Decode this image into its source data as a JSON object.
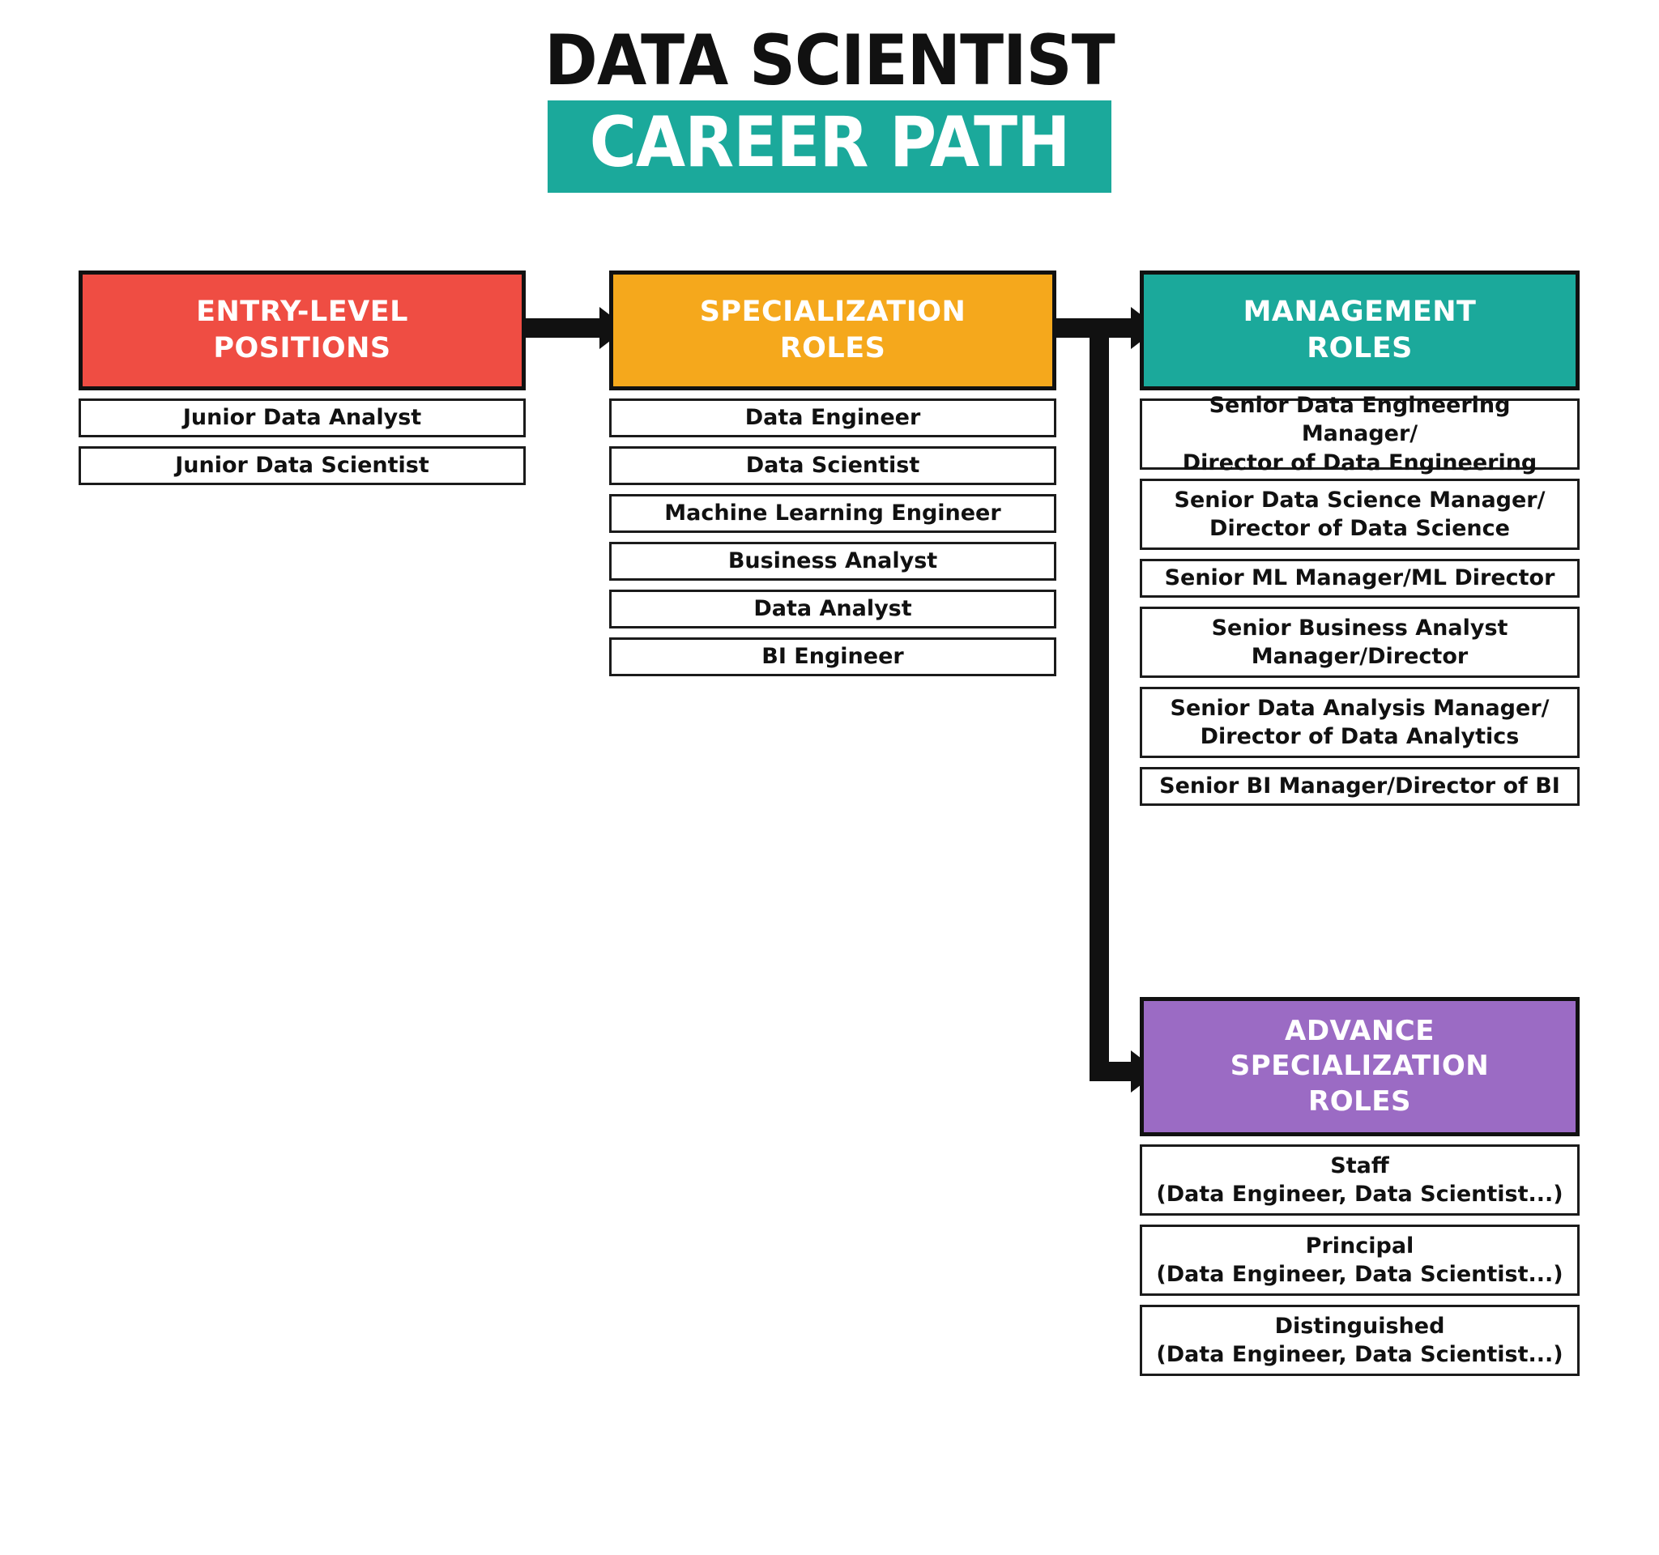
{
  "title": {
    "line1": "DATA SCIENTIST",
    "line2": "CAREER PATH",
    "banner_color": "#1BA99B"
  },
  "colors": {
    "entry": "#EF4D43",
    "specialization": "#F5A81C",
    "management": "#1BA99B",
    "advance": "#9B6BC4",
    "outline": "#111111",
    "box_fill": "#FFFFFF"
  },
  "columns": [
    {
      "id": "entry-level-positions",
      "header": "ENTRY-LEVEL POSITIONS",
      "header_lines": [
        "ENTRY-LEVEL",
        "POSITIONS"
      ],
      "color": "#EF4D43",
      "items": [
        {
          "lines": [
            "Junior Data Analyst"
          ]
        },
        {
          "lines": [
            "Junior Data Scientist"
          ]
        }
      ]
    },
    {
      "id": "specialization-roles",
      "header": "SPECIALIZATION ROLES",
      "header_lines": [
        "SPECIALIZATION",
        "ROLES"
      ],
      "color": "#F5A81C",
      "items": [
        {
          "lines": [
            "Data Engineer"
          ]
        },
        {
          "lines": [
            "Data Scientist"
          ]
        },
        {
          "lines": [
            "Machine Learning Engineer"
          ]
        },
        {
          "lines": [
            "Business Analyst"
          ]
        },
        {
          "lines": [
            "Data Analyst"
          ]
        },
        {
          "lines": [
            "BI Engineer"
          ]
        }
      ]
    },
    {
      "id": "management-roles",
      "header": "MANAGEMENT ROLES",
      "header_lines": [
        "MANAGEMENT",
        "ROLES"
      ],
      "color": "#1BA99B",
      "items": [
        {
          "lines": [
            "Senior Data Engineering Manager/",
            "Director of Data Engineering"
          ]
        },
        {
          "lines": [
            "Senior Data Science Manager/",
            "Director of Data Science"
          ]
        },
        {
          "lines": [
            "Senior ML Manager/ML Director"
          ]
        },
        {
          "lines": [
            "Senior Business Analyst",
            "Manager/Director"
          ]
        },
        {
          "lines": [
            "Senior Data Analysis Manager/",
            "Director of Data Analytics"
          ]
        },
        {
          "lines": [
            "Senior BI Manager/Director of BI"
          ]
        }
      ]
    },
    {
      "id": "advance-specialization-roles",
      "header": "ADVANCE SPECIALIZATION ROLES",
      "header_lines": [
        "ADVANCE",
        "SPECIALIZATION",
        "ROLES"
      ],
      "color": "#9B6BC4",
      "items": [
        {
          "lines": [
            "Staff",
            "(Data Engineer, Data Scientist...)"
          ]
        },
        {
          "lines": [
            "Principal",
            "(Data Engineer, Data Scientist...)"
          ]
        },
        {
          "lines": [
            "Distinguished",
            "(Data Engineer, Data Scientist...)"
          ]
        }
      ]
    }
  ],
  "connectors": [
    {
      "id": "entry-to-specialization",
      "from": "entry-level-positions",
      "to": "specialization-roles",
      "type": "arrow-right"
    },
    {
      "id": "specialization-to-management",
      "from": "specialization-roles",
      "to": "management-roles",
      "type": "arrow-right"
    },
    {
      "id": "specialization-to-advance",
      "from": "specialization-roles",
      "to": "advance-specialization-roles",
      "type": "elbow-down-right"
    }
  ]
}
